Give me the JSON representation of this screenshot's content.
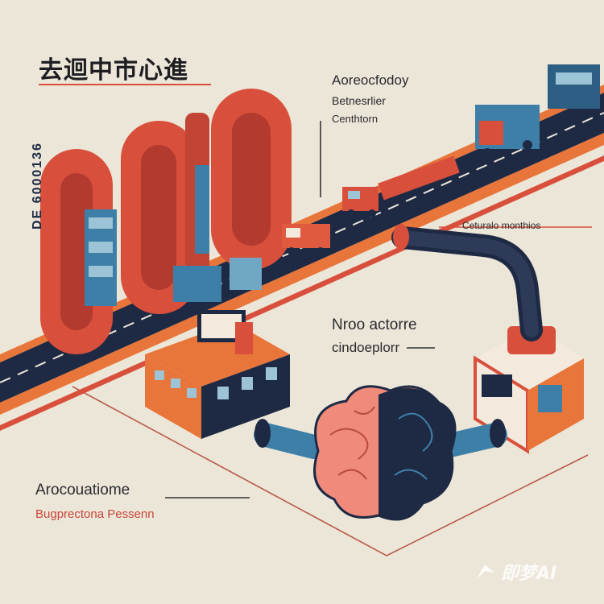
{
  "title": "去迴中市心進",
  "labels": {
    "top_right_1": "Aoreocfodoy",
    "top_right_2": "Betnesrlier",
    "top_right_3": "Centhtorn",
    "right_small": "Ceturalo monthios",
    "center_1": "Nroo actorre",
    "center_2": "cindoeplorr",
    "bottom_1": "Arocouatiome",
    "bottom_2": "Bugprectona Pessenn",
    "vertical": "DE 6000136"
  },
  "watermark": "即梦AI",
  "colors": {
    "background": "#ece6d8",
    "red": "#d8503c",
    "navy": "#1e2a44",
    "orange": "#e8753a",
    "blue": "#3e7fa8"
  },
  "icons": [
    "brain-icon",
    "truck-icon",
    "pipe-icon",
    "building-icon",
    "factory-icon",
    "watermark-logo-icon"
  ]
}
